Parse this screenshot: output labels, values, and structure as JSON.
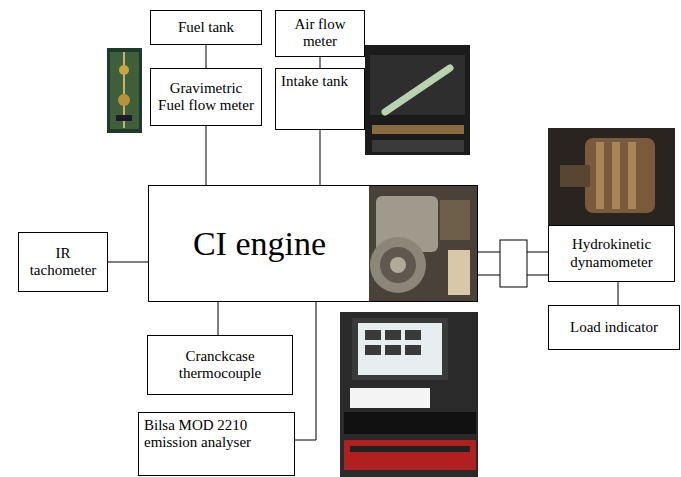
{
  "diagram": {
    "nodes": [
      {
        "text": [
          "Fuel tank"
        ]
      },
      {
        "text": [
          "Air flow meter"
        ]
      },
      {
        "text": [
          "Gravimetric Fuel flow meter"
        ]
      },
      {
        "text": [
          "Intake tank"
        ]
      },
      {
        "text": [
          "CI engine"
        ]
      },
      {
        "text": [
          "IR tachometer"
        ]
      },
      {
        "text": [
          "Hydrokinetic dynamometer"
        ]
      },
      {
        "text": [
          "Load indicator"
        ]
      },
      {
        "text": [
          "Cranckcase thermocouple"
        ]
      },
      {
        "text": [
          "Bilsa MOD 2210 emission analyser"
        ]
      }
    ],
    "edges": [
      {
        "from": 0,
        "to": 2,
        "arrow": "none"
      },
      {
        "from": 1,
        "to": 3,
        "arrow": "none"
      },
      {
        "from": 2,
        "to": 4,
        "arrow": "none"
      },
      {
        "from": 3,
        "to": 4,
        "arrow": "none"
      },
      {
        "from": 5,
        "to": 4,
        "arrow": "none"
      },
      {
        "from": 4,
        "to": 6,
        "arrow": "none"
      },
      {
        "from": 6,
        "to": 7,
        "arrow": "none"
      },
      {
        "from": 4,
        "to": 8,
        "arrow": "none"
      },
      {
        "from": 4,
        "to": 9,
        "arrow": "none"
      }
    ]
  }
}
